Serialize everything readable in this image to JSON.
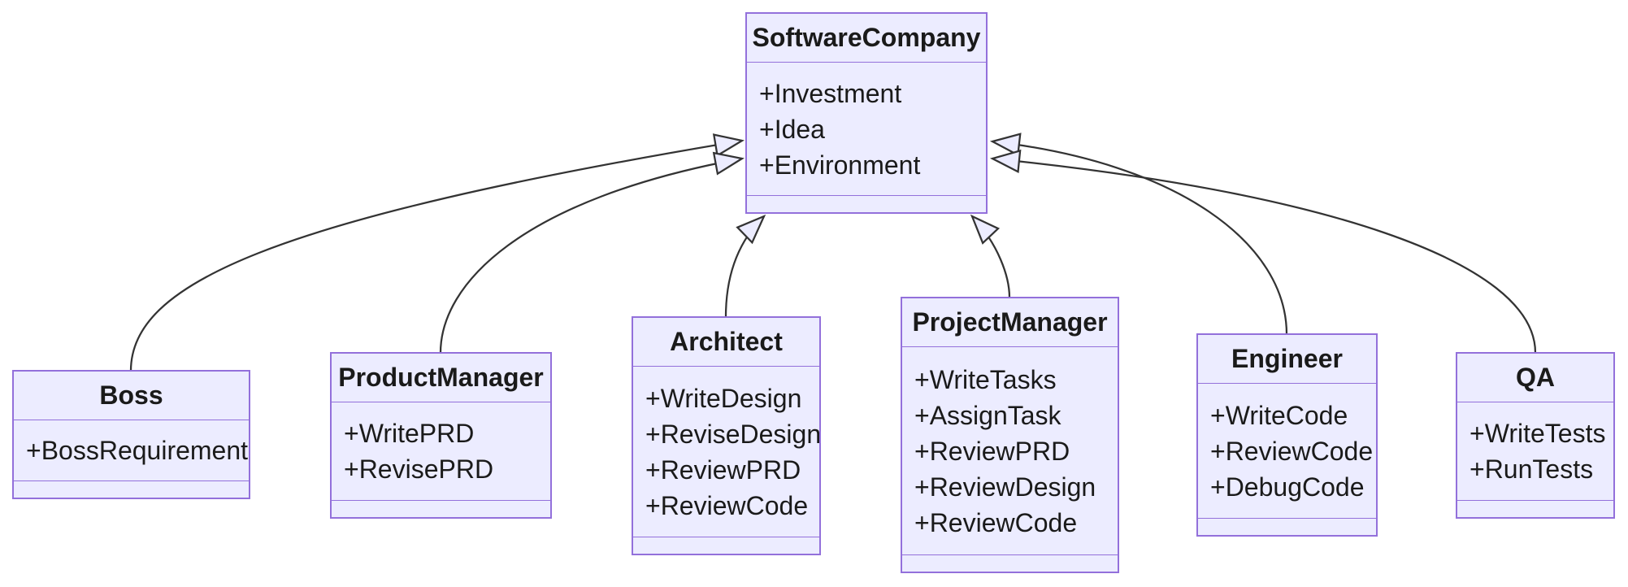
{
  "diagram": {
    "type": "uml-class-diagram",
    "colors": {
      "node_fill": "#ECECFF",
      "node_border": "#9370DB",
      "edge_line": "#333333",
      "text": "#1A1A1A",
      "background": "#FFFFFF"
    },
    "classes": [
      {
        "name": "SoftwareCompany",
        "attributes": [
          "+Investment",
          "+Idea",
          "+Environment"
        ],
        "methods": []
      },
      {
        "name": "Boss",
        "attributes": [
          "+BossRequirement"
        ],
        "methods": []
      },
      {
        "name": "ProductManager",
        "attributes": [
          "+WritePRD",
          "+RevisePRD"
        ],
        "methods": []
      },
      {
        "name": "Architect",
        "attributes": [
          "+WriteDesign",
          "+ReviseDesign",
          "+ReviewPRD",
          "+ReviewCode"
        ],
        "methods": []
      },
      {
        "name": "ProjectManager",
        "attributes": [
          "+WriteTasks",
          "+AssignTask",
          "+ReviewPRD",
          "+ReviewDesign",
          "+ReviewCode"
        ],
        "methods": []
      },
      {
        "name": "Engineer",
        "attributes": [
          "+WriteCode",
          "+ReviewCode",
          "+DebugCode"
        ],
        "methods": []
      },
      {
        "name": "QA",
        "attributes": [
          "+WriteTests",
          "+RunTests"
        ],
        "methods": []
      }
    ],
    "relations": [
      {
        "from": "Boss",
        "to": "SoftwareCompany",
        "type": "inheritance"
      },
      {
        "from": "ProductManager",
        "to": "SoftwareCompany",
        "type": "inheritance"
      },
      {
        "from": "Architect",
        "to": "SoftwareCompany",
        "type": "inheritance"
      },
      {
        "from": "ProjectManager",
        "to": "SoftwareCompany",
        "type": "inheritance"
      },
      {
        "from": "Engineer",
        "to": "SoftwareCompany",
        "type": "inheritance"
      },
      {
        "from": "QA",
        "to": "SoftwareCompany",
        "type": "inheritance"
      }
    ]
  }
}
